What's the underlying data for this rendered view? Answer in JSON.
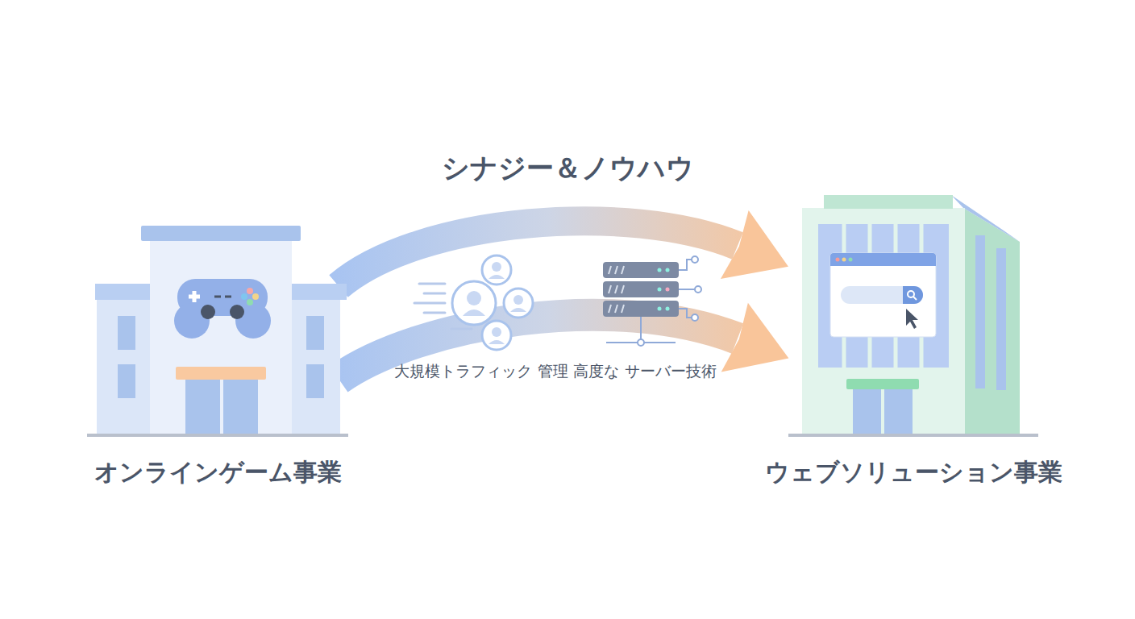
{
  "diagram": {
    "title": "シナジー＆ノウハウ",
    "nodes": [
      {
        "text": [
          "オンラインゲーム事業"
        ]
      },
      {
        "text": [
          "ウェブソリューション事業"
        ]
      }
    ],
    "edges": [
      {
        "from": 0,
        "to": 1,
        "arrow": "to"
      },
      {
        "from": 0,
        "to": 1,
        "arrow": "to"
      }
    ],
    "labels": [
      "大規模トラフィック 管理",
      "高度な サーバー技術"
    ]
  }
}
